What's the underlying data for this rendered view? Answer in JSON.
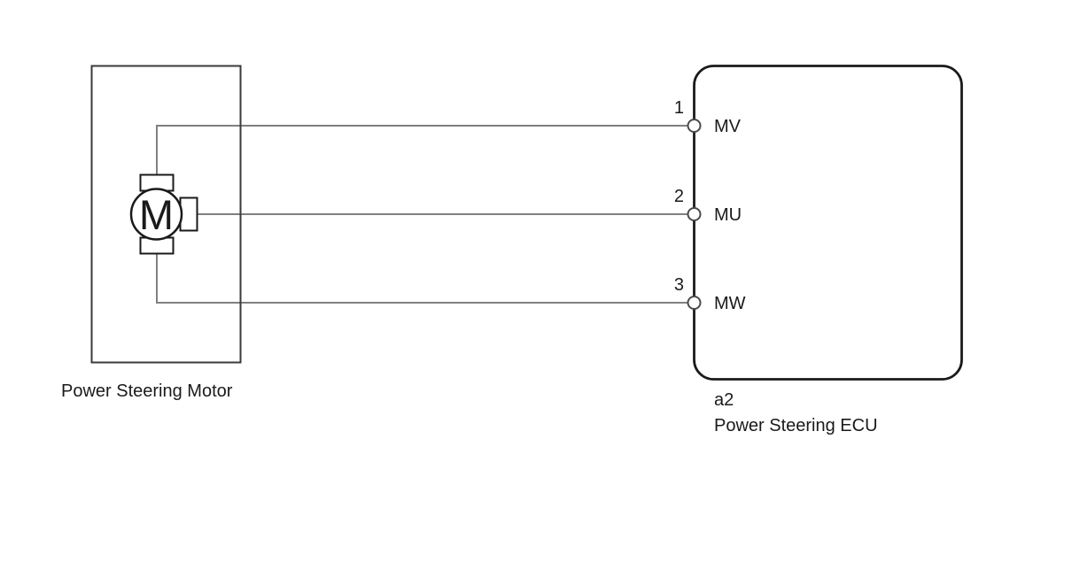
{
  "motor": {
    "label": "Power Steering Motor",
    "symbol_letter": "M"
  },
  "ecu": {
    "connector_id": "a2",
    "label": "Power Steering ECU",
    "pins": [
      {
        "number": "1",
        "name": "MV"
      },
      {
        "number": "2",
        "name": "MU"
      },
      {
        "number": "3",
        "name": "MW"
      }
    ]
  },
  "colors": {
    "background": "#ffffff",
    "wire": "#808080",
    "component_outline": "#3a3a3a",
    "symbol_outline": "#1a1a1a",
    "terminal_outline": "#4a4a4a",
    "text": "#1a1a1a"
  }
}
